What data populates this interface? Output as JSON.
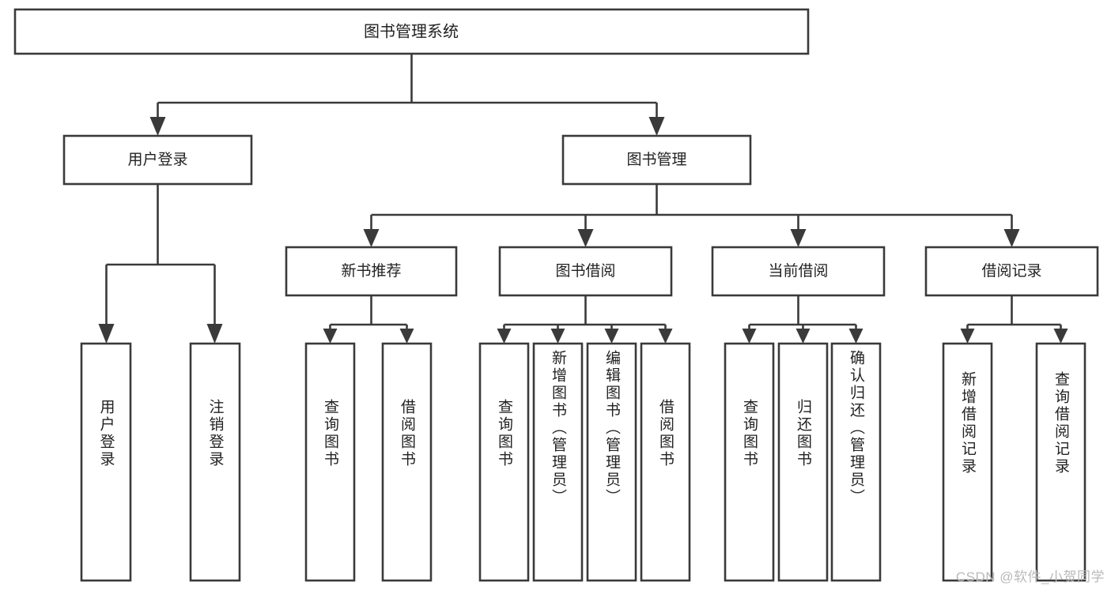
{
  "diagram": {
    "title": "图书管理系统",
    "watermark": "CSDN @软件_小贺同学",
    "type": "tree-hierarchy",
    "orientation": "top-down",
    "style": {
      "box_fill": "#ffffff",
      "box_stroke": "#3a3a3a",
      "text_color": "#222222",
      "watermark_color": "#b9b9b9",
      "background": "#ffffff"
    },
    "root": {
      "label": "图书管理系统",
      "level": 0
    },
    "level1": [
      {
        "id": "user-login",
        "label": "用户登录"
      },
      {
        "id": "book-manage",
        "label": "图书管理"
      }
    ],
    "level2": [
      {
        "id": "new-book-recommend",
        "label": "新书推荐",
        "parent": "book-manage"
      },
      {
        "id": "book-borrow",
        "label": "图书借阅",
        "parent": "book-manage"
      },
      {
        "id": "current-borrow",
        "label": "当前借阅",
        "parent": "book-manage"
      },
      {
        "id": "borrow-record",
        "label": "借阅记录",
        "parent": "book-manage"
      }
    ],
    "leaves": [
      {
        "id": "leaf-user-login",
        "label": "用户登录",
        "parent": "user-login"
      },
      {
        "id": "leaf-user-logout",
        "label": "注销登录",
        "parent": "user-login"
      },
      {
        "id": "leaf-query-book-1",
        "label": "查询图书",
        "parent": "new-book-recommend"
      },
      {
        "id": "leaf-borrow-book-1",
        "label": "借阅图书",
        "parent": "new-book-recommend"
      },
      {
        "id": "leaf-query-book-2",
        "label": "查询图书",
        "parent": "book-borrow"
      },
      {
        "id": "leaf-add-book",
        "label": "新增图书（管理员）",
        "parent": "book-borrow"
      },
      {
        "id": "leaf-edit-book",
        "label": "编辑图书（管理员）",
        "parent": "book-borrow"
      },
      {
        "id": "leaf-borrow-book-2",
        "label": "借阅图书",
        "parent": "book-borrow"
      },
      {
        "id": "leaf-query-book-3",
        "label": "查询图书",
        "parent": "current-borrow"
      },
      {
        "id": "leaf-return-book",
        "label": "归还图书",
        "parent": "current-borrow"
      },
      {
        "id": "leaf-confirm-return",
        "label": "确认归还（管理员）",
        "parent": "current-borrow"
      },
      {
        "id": "leaf-add-record",
        "label": "新增借阅记录",
        "parent": "borrow-record"
      },
      {
        "id": "leaf-query-record",
        "label": "查询借阅记录",
        "parent": "borrow-record"
      }
    ]
  }
}
